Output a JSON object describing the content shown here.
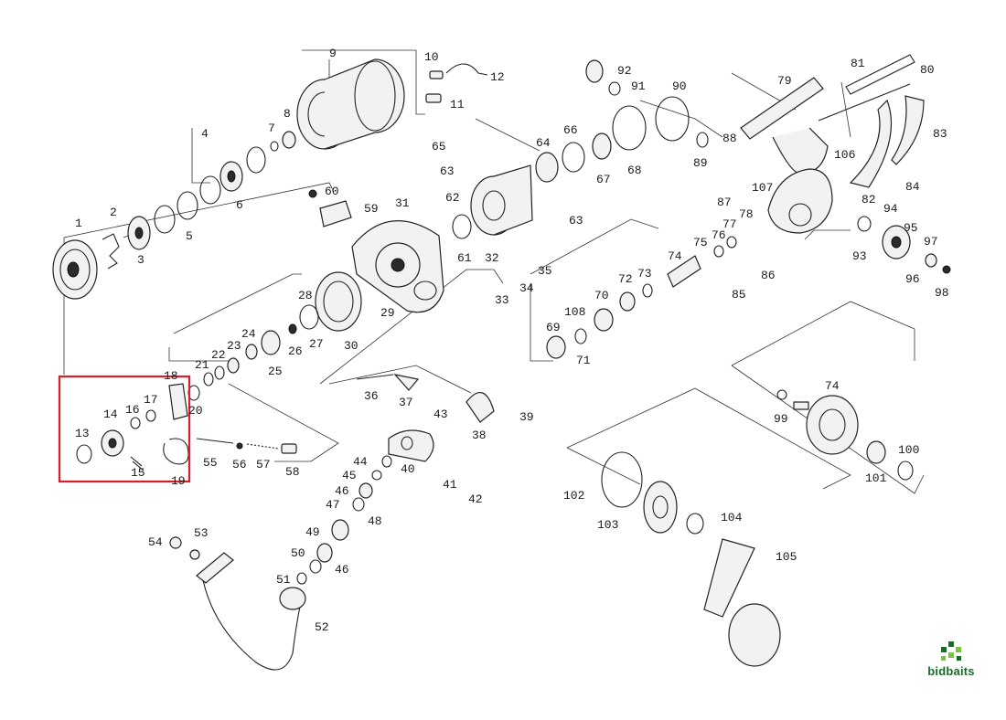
{
  "colors": {
    "line": "#222222",
    "highlight": "#d61f26",
    "brand": "#1b6b2a"
  },
  "parts": {
    "p1": "1",
    "p2": "2",
    "p3": "3",
    "p4": "4",
    "p5": "5",
    "p6": "6",
    "p7": "7",
    "p8": "8",
    "p9": "9",
    "p10": "10",
    "p11": "11",
    "p12": "12",
    "p13": "13",
    "p14": "14",
    "p15": "15",
    "p16": "16",
    "p17": "17",
    "p18": "18",
    "p19": "19",
    "p20": "20",
    "p21": "21",
    "p22": "22",
    "p23": "23",
    "p24": "24",
    "p25": "25",
    "p26": "26",
    "p27": "27",
    "p28": "28",
    "p29": "29",
    "p30": "30",
    "p31": "31",
    "p32": "32",
    "p33": "33",
    "p34": "34",
    "p35": "35",
    "p36": "36",
    "p37": "37",
    "p38": "38",
    "p39": "39",
    "p40": "40",
    "p41": "41",
    "p42": "42",
    "p43": "43",
    "p44": "44",
    "p45": "45",
    "p46a": "46",
    "p46b": "46",
    "p47": "47",
    "p48": "48",
    "p49": "49",
    "p50": "50",
    "p51": "51",
    "p52": "52",
    "p53": "53",
    "p54": "54",
    "p55": "55",
    "p56": "56",
    "p57": "57",
    "p58": "58",
    "p59": "59",
    "p60": "60",
    "p61": "61",
    "p62": "62",
    "p63a": "63",
    "p63b": "63",
    "p64": "64",
    "p65": "65",
    "p66": "66",
    "p67": "67",
    "p68": "68",
    "p69": "69",
    "p70": "70",
    "p71": "71",
    "p72": "72",
    "p73": "73",
    "p74a": "74",
    "p74b": "74",
    "p75": "75",
    "p76": "76",
    "p77": "77",
    "p78": "78",
    "p79": "79",
    "p80": "80",
    "p81": "81",
    "p82": "82",
    "p83": "83",
    "p84": "84",
    "p85": "85",
    "p86": "86",
    "p87": "87",
    "p88": "88",
    "p89": "89",
    "p90": "90",
    "p91": "91",
    "p92": "92",
    "p93": "93",
    "p94": "94",
    "p95": "95",
    "p96": "96",
    "p97": "97",
    "p98": "98",
    "p99": "99",
    "p100": "100",
    "p101": "101",
    "p102": "102",
    "p103": "103",
    "p104": "104",
    "p105": "105",
    "p106": "106",
    "p107": "107",
    "p108": "108"
  },
  "brand": {
    "name": "bidbaits",
    "icon": "bidbaits-logo-icon"
  }
}
